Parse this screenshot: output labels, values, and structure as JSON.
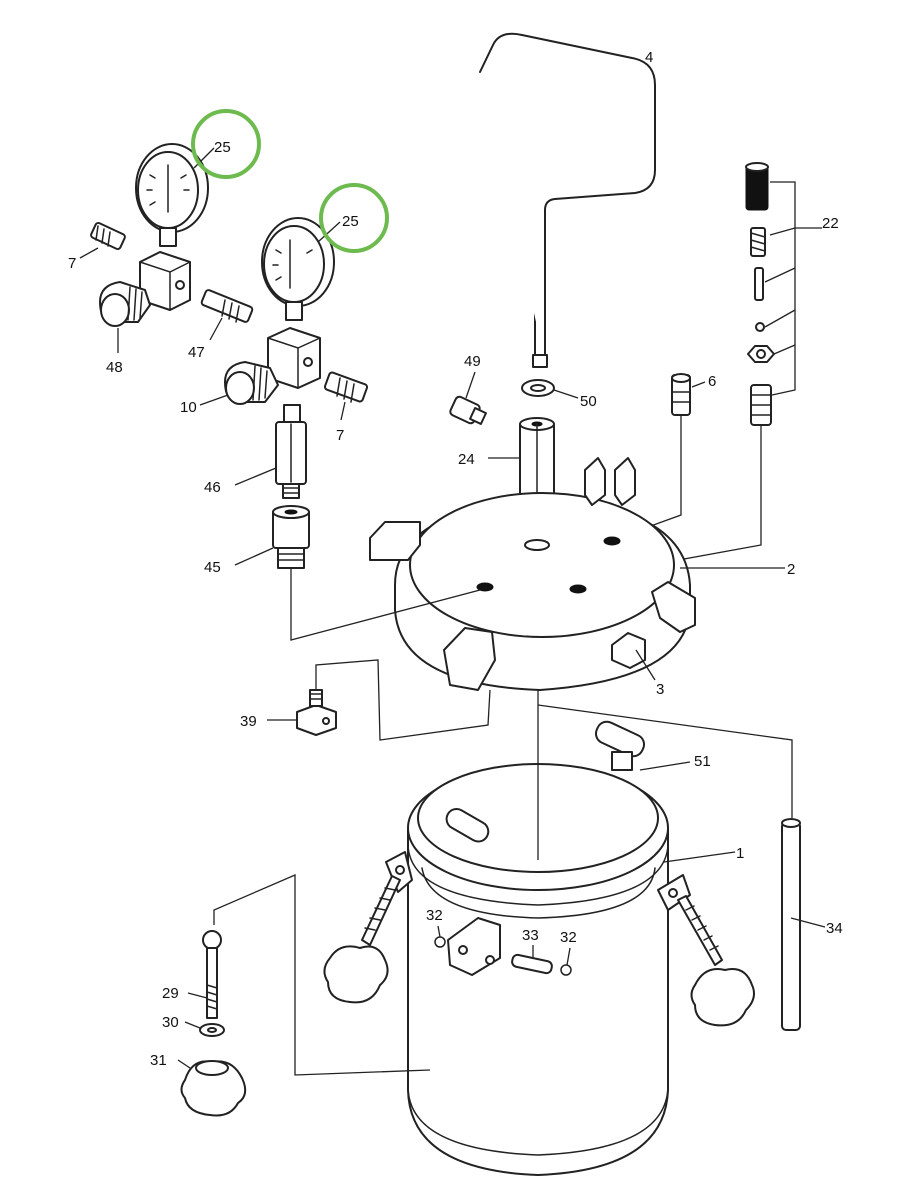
{
  "colors": {
    "line": "#222222",
    "background": "#ffffff",
    "highlight_circle": "#6dbb4f"
  },
  "callouts": {
    "p25a": "25",
    "p25b": "25",
    "p4": "4",
    "p22": "22",
    "p7a": "7",
    "p7b": "7",
    "p48": "48",
    "p47": "47",
    "p10": "10",
    "p49": "49",
    "p50": "50",
    "p6": "6",
    "p24": "24",
    "p46": "46",
    "p45": "45",
    "p2": "2",
    "p3": "3",
    "p39": "39",
    "p51": "51",
    "p1": "1",
    "p34": "34",
    "p32a": "32",
    "p32b": "32",
    "p33": "33",
    "p29": "29",
    "p30": "30",
    "p31": "31"
  }
}
